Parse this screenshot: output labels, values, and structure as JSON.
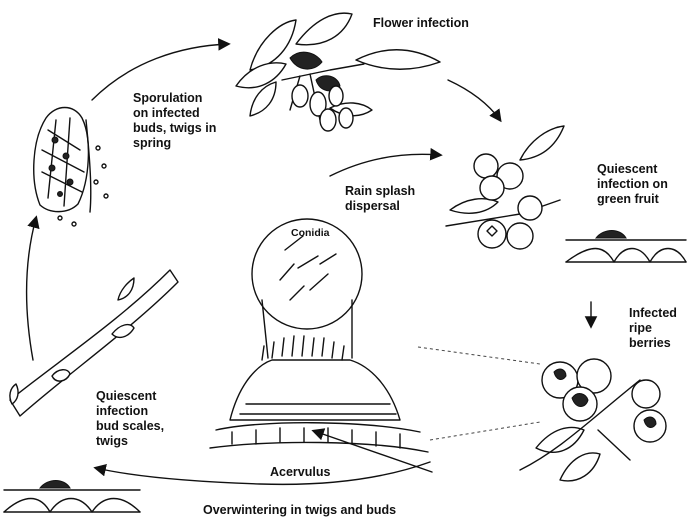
{
  "labels": {
    "flower_infection": "Flower infection",
    "sporulation": [
      "Sporulation",
      "on infected",
      "buds, twigs in",
      "spring"
    ],
    "rain_splash": [
      "Rain splash",
      "dispersal"
    ],
    "quiescent_green": [
      "Quiescent",
      "infection on",
      "green fruit"
    ],
    "conidia": "Conidia",
    "infected_ripe": [
      "Infected",
      "ripe",
      "berries"
    ],
    "quiescent_bud": [
      "Quiescent",
      "infection",
      "bud scales,",
      "twigs"
    ],
    "acervulus": "Acervulus",
    "overwintering": "Overwintering in twigs and buds"
  },
  "colors": {
    "ink": "#111111",
    "paper": "#ffffff"
  }
}
